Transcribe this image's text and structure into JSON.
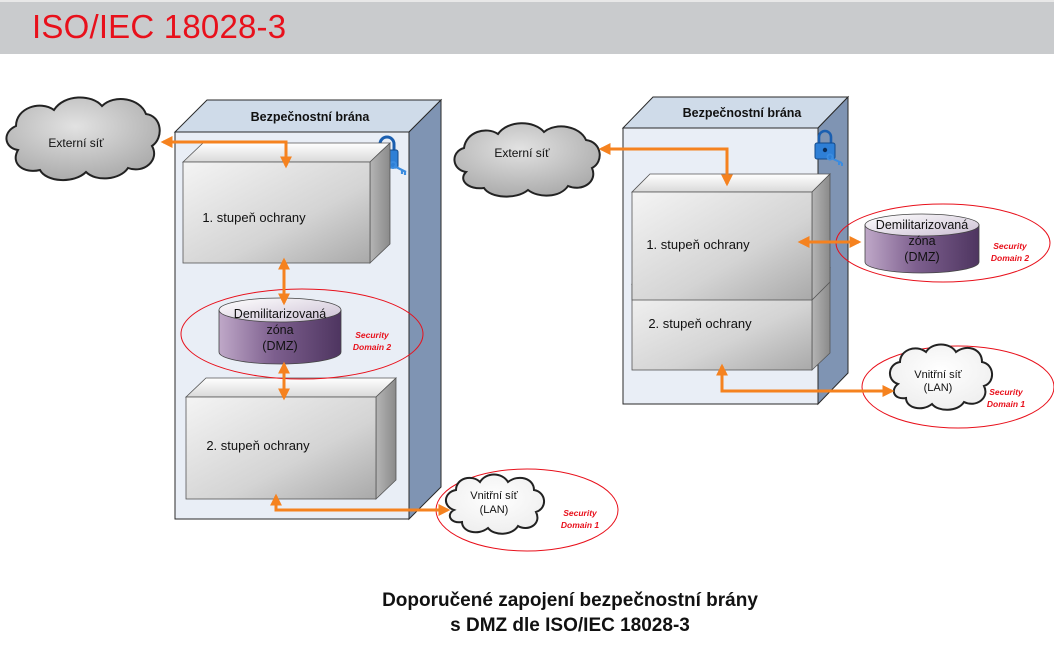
{
  "header": {
    "title": "ISO/IEC 18028-3"
  },
  "left": {
    "gateway_title": "Bezpečnostní brána",
    "external": "Externí síť",
    "stage1": "1. stupeň ochrany",
    "stage2": "2. stupeň ochrany",
    "dmz_l1": "Demilitarizovaná",
    "dmz_l2": "zóna",
    "dmz_l3": "(DMZ)",
    "lan_l1": "Vnitřní síť",
    "lan_l2": "(LAN)",
    "sd2_l1": "Security",
    "sd2_l2": "Domain 2",
    "sd1_l1": "Security",
    "sd1_l2": "Domain 1"
  },
  "right": {
    "gateway_title": "Bezpečnostní brána",
    "external": "Externí síť",
    "stage1": "1. stupeň ochrany",
    "stage2": "2. stupeň ochrany",
    "dmz_l1": "Demilitarizovaná",
    "dmz_l2": "zóna",
    "dmz_l3": "(DMZ)",
    "lan_l1": "Vnitřní síť",
    "lan_l2": "(LAN)",
    "sd2_l1": "Security",
    "sd2_l2": "Domain 2",
    "sd1_l1": "Security",
    "sd1_l2": "Domain 1"
  },
  "caption": {
    "line1": "Doporučené zapojení bezpečnostní brány",
    "line2": "s DMZ dle ISO/IEC 18028-3"
  },
  "colors": {
    "title_red": "#e8101b",
    "arrow": "#f5821f",
    "ellipse": "#e8101b",
    "gateway": "#b8c8e0"
  }
}
